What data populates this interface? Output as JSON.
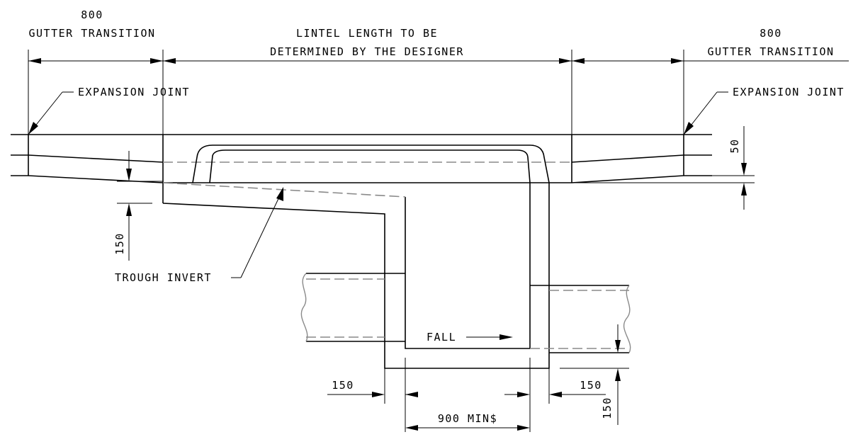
{
  "labels": {
    "gutter_left_dim": "800",
    "gutter_left_text": "GUTTER TRANSITION",
    "lintel_line1": "LINTEL LENGTH TO BE",
    "lintel_line2": "DETERMINED BY THE DESIGNER",
    "gutter_right_dim": "800",
    "gutter_right_text": "GUTTER TRANSITION",
    "expansion_left": "EXPANSION JOINT",
    "expansion_right": "EXPANSION JOINT",
    "dim_50": "50",
    "dim_150_left": "150",
    "trough_invert": "TROUGH INVERT",
    "fall": "FALL",
    "dim_150_bottom_left": "150",
    "dim_150_bottom_right": "150",
    "dim_150_vertical_right": "150",
    "dim_900": "900 MIN$"
  }
}
